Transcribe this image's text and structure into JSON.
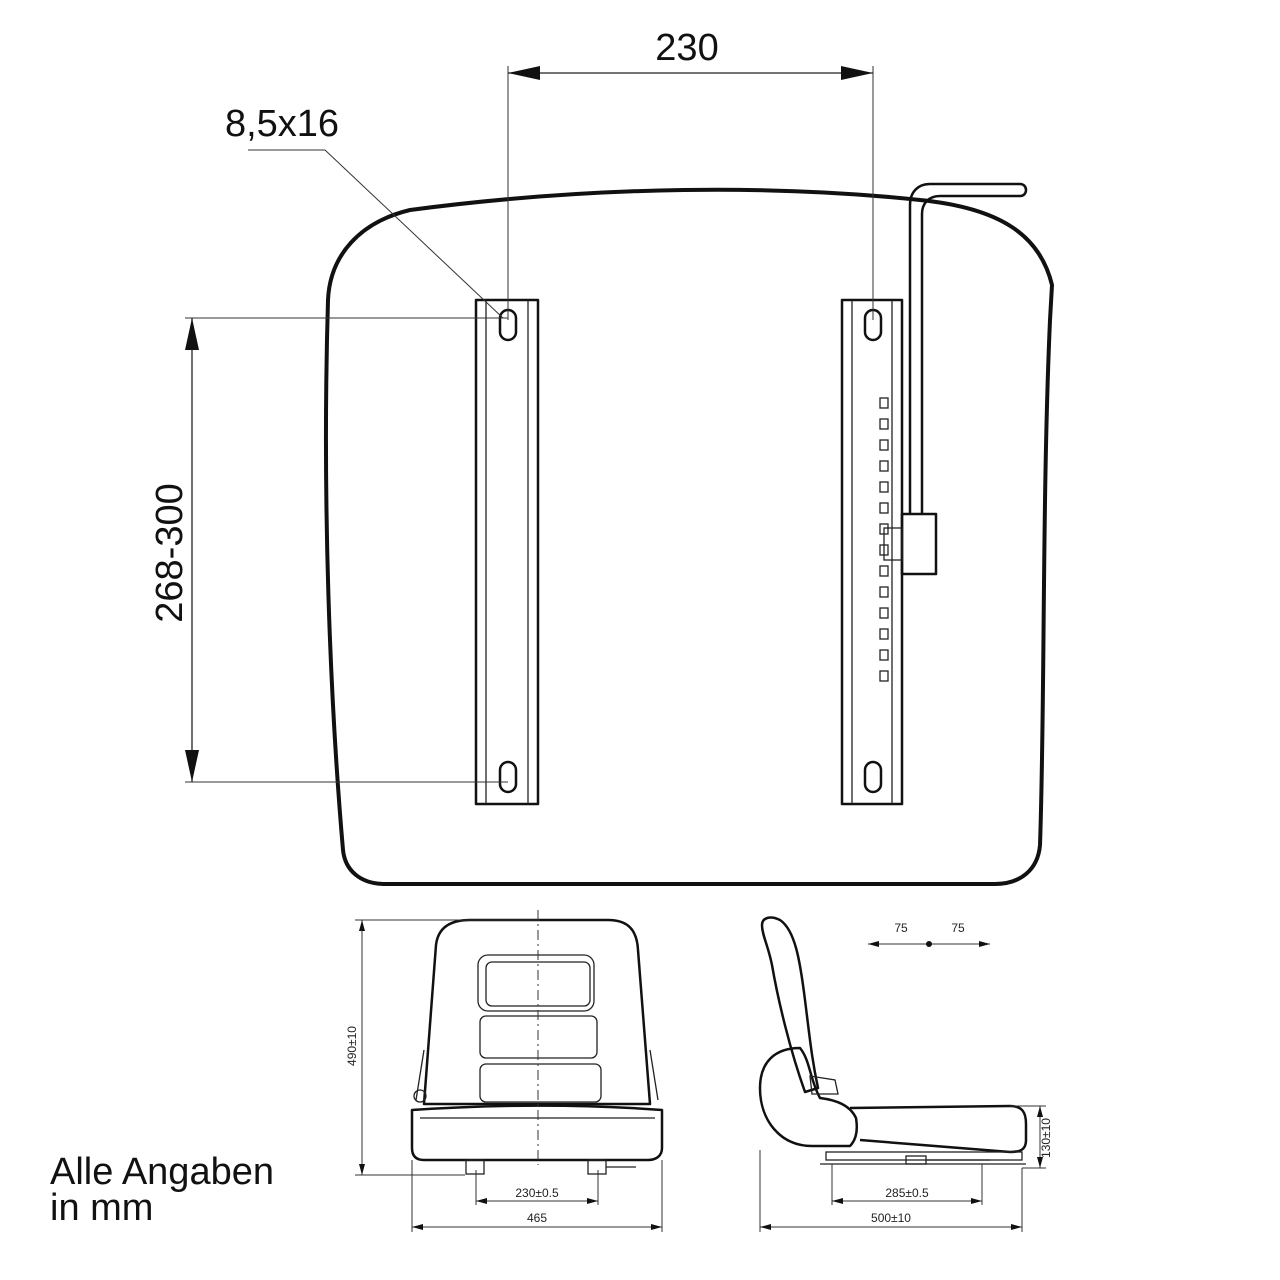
{
  "dimensions": {
    "rail_spacing": "230",
    "slot_size": "8,5x16",
    "hole_spacing": "268-300"
  },
  "front_view": {
    "height": "490±10",
    "mount_spacing": "230±0.5",
    "width": "465"
  },
  "side_view": {
    "adjust_left": "75",
    "adjust_right": "75",
    "base_height": "130±10",
    "rail_spacing": "285±0.5",
    "depth": "500±10"
  },
  "note": {
    "line1": "Alle Angaben",
    "line2": "in mm"
  }
}
